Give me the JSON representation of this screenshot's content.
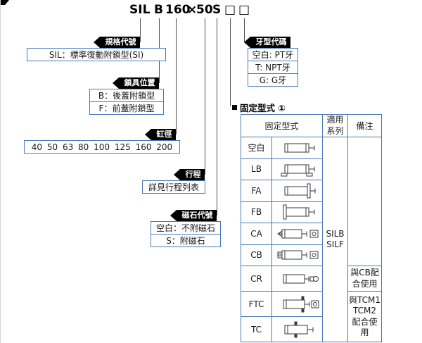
{
  "title": {
    "parts": [
      "SIL",
      "B",
      "160",
      "×",
      "50",
      "S",
      "□",
      "□"
    ]
  },
  "callouts": {
    "spec": {
      "label": "規格代號",
      "options": [
        "SIL：標準復動附鎖型(SI)"
      ]
    },
    "lock": {
      "label": "鎖具位置",
      "options": [
        "B：後蓋附鎖型",
        "F：前蓋附鎖型"
      ]
    },
    "bore": {
      "label": "缸徑",
      "options": [
        "40 50 63 80 100 125 160 200"
      ]
    },
    "stroke": {
      "label": "行程",
      "options": [
        "詳見行程列表"
      ]
    },
    "magnet": {
      "label": "磁石代號",
      "options": [
        "空白：不附磁石",
        "S：附磁石"
      ]
    },
    "thread": {
      "label": "牙型代碼",
      "options": [
        "空白: PT牙",
        "T: NPT牙",
        "G: G牙"
      ]
    }
  },
  "mount": {
    "heading": "固定型式 ①",
    "table": {
      "headers": {
        "type": "固定型式",
        "series": "適用\n系列",
        "remark": "備注"
      },
      "series_value": "SILB\nSILF",
      "rows": [
        {
          "code": "空白",
          "icon": "cylinder-basic"
        },
        {
          "code": "LB",
          "icon": "cylinder-foot-mount"
        },
        {
          "code": "FA",
          "icon": "cylinder-front-flange"
        },
        {
          "code": "FB",
          "icon": "cylinder-rear-flange"
        },
        {
          "code": "CA",
          "icon": "cylinder-single-clevis"
        },
        {
          "code": "CB",
          "icon": "cylinder-double-clevis"
        },
        {
          "code": "CR",
          "icon": "cylinder-rear-eye"
        },
        {
          "code": "FTC",
          "icon": "cylinder-front-trunnion"
        },
        {
          "code": "TC",
          "icon": "cylinder-center-trunnion"
        }
      ],
      "remarks": {
        "cr": "與CB配\n合使用",
        "ftc_tc": "與TCM1\nTCM2\n配合使用"
      }
    }
  },
  "colors": {
    "box_border": "#4a7ab5",
    "ribbon_bg": "#000000",
    "ribbon_text": "#ffffff",
    "connector_line": "#4d4d4d"
  }
}
